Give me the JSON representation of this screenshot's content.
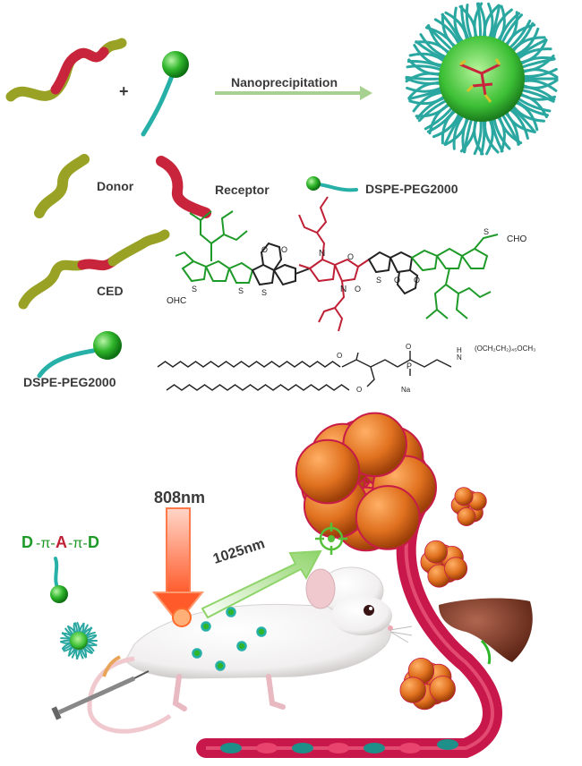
{
  "labels": {
    "plus": "+",
    "arrow_label": "Nanoprecipitation",
    "donor": "Donor",
    "receptor": "Receptor",
    "dspe_legend": "DSPE-PEG2000",
    "ced": "CED",
    "dspe_row": "DSPE-PEG2000",
    "excitation": "808nm",
    "emission": "1025nm",
    "scheme_d1": "D",
    "scheme_pi1": "-π-",
    "scheme_a": "A",
    "scheme_pi2": "-π-",
    "scheme_d2": "D"
  },
  "chem_labels": {
    "cho_left": "OHC",
    "cho_right": "CHO",
    "s": "S",
    "o": "O",
    "n": "N",
    "p": "P",
    "h": "H",
    "na": "Na",
    "peg_tail": "(OCH₂CH₂)₄₅OCH₃"
  },
  "colors": {
    "donor": "#9aa226",
    "receptor": "#c8253c",
    "peg": "#26b0a8",
    "head": "#2fb52a",
    "tumor": "#e0711f",
    "vessel": "#c8174a",
    "donor_chem": "#1e9a28",
    "receptor_chem": "#c02035",
    "laser": "#ff5a2a",
    "emission_arrow": "#8fd46a"
  }
}
